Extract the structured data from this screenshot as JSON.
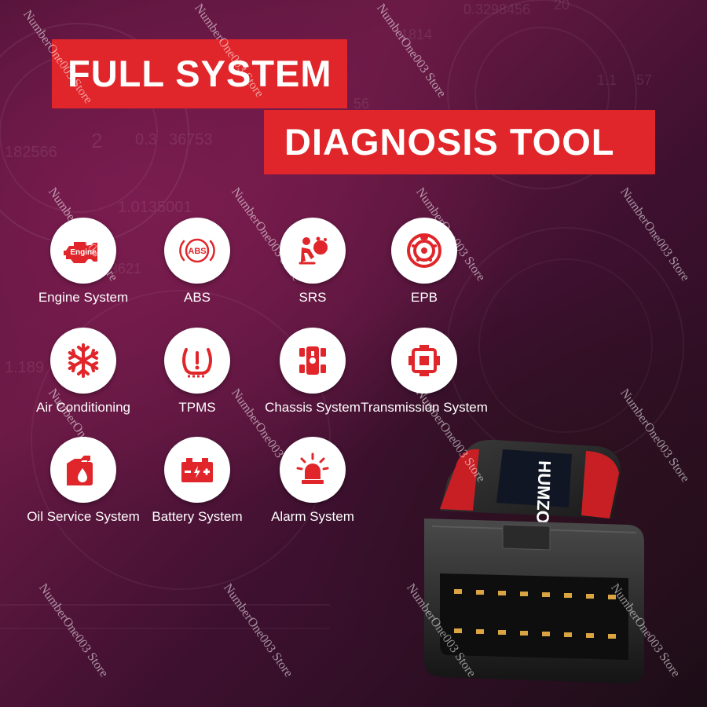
{
  "headline": {
    "line1": "FULL SYSTEM",
    "line2": "DIAGNOSIS TOOL"
  },
  "colors": {
    "accent_red": "#e0262a",
    "icon_red": "#e0262a",
    "circle_bg": "#ffffff",
    "label_text": "#ffffff"
  },
  "features": [
    {
      "label": "Engine System",
      "icon": "engine-icon",
      "icon_text": "Engine"
    },
    {
      "label": "ABS",
      "icon": "abs-icon",
      "icon_text": "ABS"
    },
    {
      "label": "SRS",
      "icon": "airbag-icon"
    },
    {
      "label": "EPB",
      "icon": "parking-brake-icon"
    },
    {
      "label": "Air Conditioning",
      "icon": "snowflake-icon"
    },
    {
      "label": "TPMS",
      "icon": "tire-pressure-icon"
    },
    {
      "label": "Chassis System",
      "icon": "chassis-icon"
    },
    {
      "label": "Transmission System",
      "icon": "transmission-icon"
    },
    {
      "label": "Oil Service System",
      "icon": "oil-can-icon"
    },
    {
      "label": "Battery System",
      "icon": "battery-icon"
    },
    {
      "label": "Alarm System",
      "icon": "alarm-siren-icon"
    }
  ],
  "device": {
    "brand": "HUMZOR"
  },
  "watermark": "NumberOne003 Store",
  "background_numbers": [
    "0.3298456",
    "20",
    "1814",
    "1.1",
    "57",
    "56",
    "2",
    "0.3",
    "36753",
    "182566",
    "1.0135001",
    "33621",
    "1.189"
  ]
}
